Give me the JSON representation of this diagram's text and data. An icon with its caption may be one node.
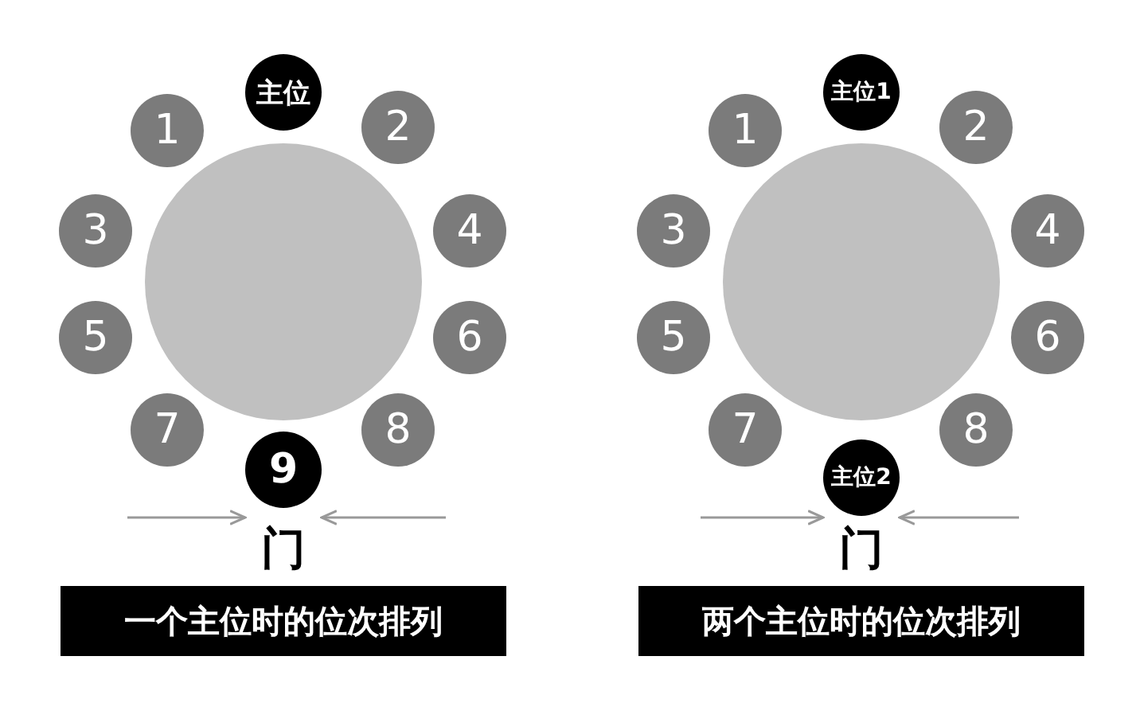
{
  "diagram": {
    "nodes": [
      {
        "text": [],
        "shape": "circle"
      },
      {
        "text": [
          "主位"
        ]
      },
      {
        "text": [
          "1"
        ]
      },
      {
        "text": [
          "2"
        ]
      },
      {
        "text": [
          "3"
        ]
      },
      {
        "text": [
          "4"
        ]
      },
      {
        "text": [
          "5"
        ]
      },
      {
        "text": [
          "6"
        ]
      },
      {
        "text": [
          "7"
        ]
      },
      {
        "text": [
          "8"
        ]
      },
      {
        "text": [
          "9"
        ]
      },
      {
        "text": [
          "门"
        ]
      },
      {
        "text": [
          "一个主位时的位次排列"
        ]
      },
      {
        "text": [],
        "shape": "circle"
      },
      {
        "text": [
          "主位1"
        ]
      },
      {
        "text": [
          "1"
        ]
      },
      {
        "text": [
          "2"
        ]
      },
      {
        "text": [
          "3"
        ]
      },
      {
        "text": [
          "4"
        ]
      },
      {
        "text": [
          "5"
        ]
      },
      {
        "text": [
          "6"
        ]
      },
      {
        "text": [
          "7"
        ]
      },
      {
        "text": [
          "8"
        ]
      },
      {
        "text": [
          "主位2"
        ]
      },
      {
        "text": [
          "门"
        ]
      },
      {
        "text": [
          "两个主位时的位次排列"
        ]
      }
    ],
    "edges": [
      {
        "from": null,
        "to": 11,
        "arrow": "to"
      },
      {
        "from": null,
        "to": 11,
        "arrow": "to"
      },
      {
        "from": null,
        "to": 24,
        "arrow": "to"
      },
      {
        "from": null,
        "to": 24,
        "arrow": "to"
      }
    ]
  }
}
